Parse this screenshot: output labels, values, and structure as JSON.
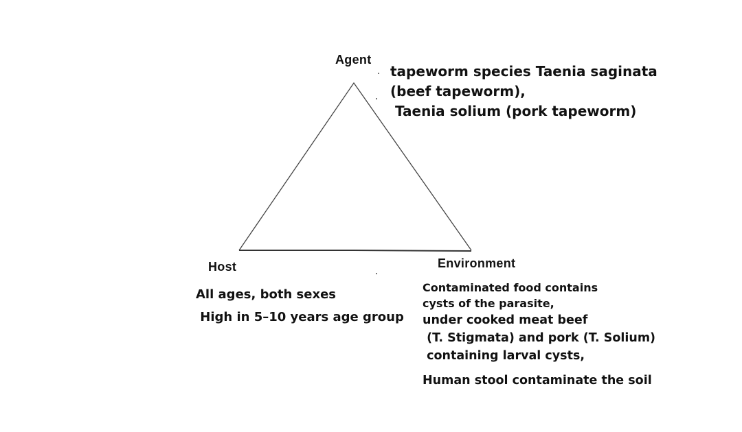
{
  "diagram": {
    "nodes": {
      "agent": "Agent",
      "host": "Host",
      "environment": "Environment"
    },
    "agent_details": [
      "tapeworm species Taenia saginata",
      "(beef tapeworm),",
      " Taenia solium (pork tapeworm)"
    ],
    "host_details": [
      "All ages, both sexes",
      " High in 5–10 years age group"
    ],
    "environment_details": [
      "Contaminated food contains",
      "cysts of the parasite,",
      "under cooked meat beef",
      " (T. Stigmata) and pork (T. Solium)",
      " containing larval cysts,",
      "Human stool contaminate the soil"
    ]
  }
}
